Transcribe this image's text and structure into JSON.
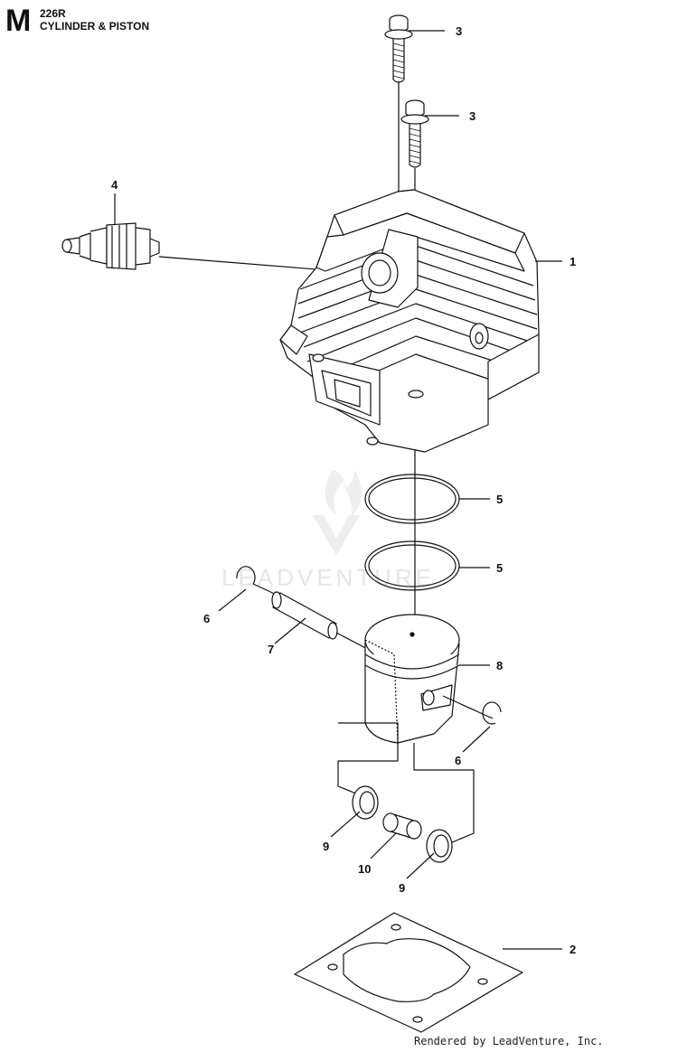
{
  "header": {
    "section_letter": "M",
    "model": "226R",
    "title": "CYLINDER & PISTON"
  },
  "watermark": "LEADVENTURE",
  "footer": "Rendered by LeadVenture, Inc.",
  "callouts": [
    {
      "id": "c3a",
      "label": "3"
    },
    {
      "id": "c3b",
      "label": "3"
    },
    {
      "id": "c4",
      "label": "4"
    },
    {
      "id": "c1",
      "label": "1"
    },
    {
      "id": "c5a",
      "label": "5"
    },
    {
      "id": "c5b",
      "label": "5"
    },
    {
      "id": "c6a",
      "label": "6"
    },
    {
      "id": "c7",
      "label": "7"
    },
    {
      "id": "c8",
      "label": "8"
    },
    {
      "id": "c6b",
      "label": "6"
    },
    {
      "id": "c9a",
      "label": "9"
    },
    {
      "id": "c10",
      "label": "10"
    },
    {
      "id": "c9b",
      "label": "9"
    },
    {
      "id": "c2",
      "label": "2"
    }
  ],
  "colors": {
    "line": "#111111",
    "watermark": "#e6e6e6"
  }
}
